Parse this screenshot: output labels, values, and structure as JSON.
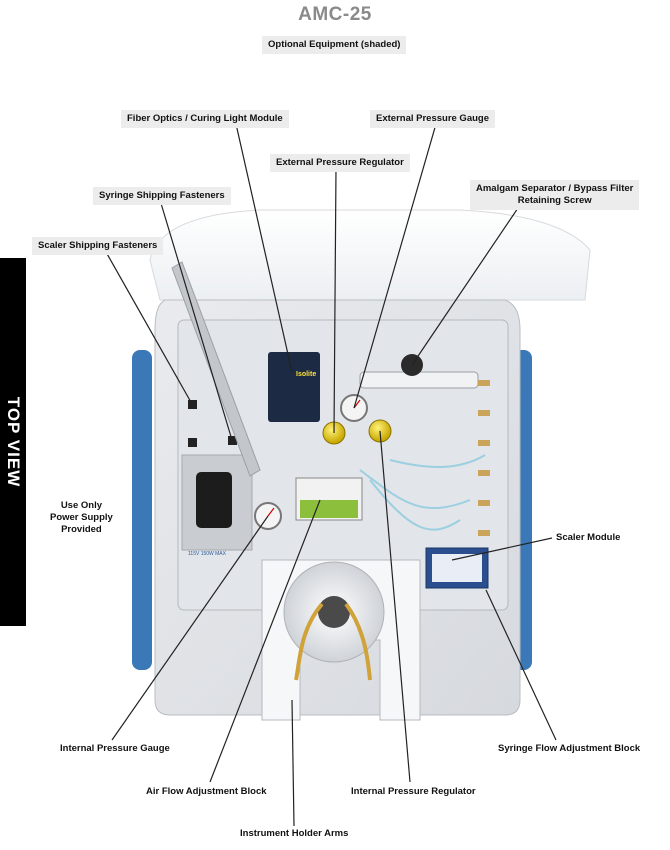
{
  "title": "AMC-25",
  "subtitle": "Optional Equipment (shaded)",
  "side_tab": "TOP VIEW",
  "panel_labels": {
    "device_brand": "Isolite",
    "pressure_supply_text": "115V   150W   MAX"
  },
  "callouts": {
    "fiber_optics": "Fiber Optics / Curing Light Module",
    "external_pressure_gauge": "External Pressure Gauge",
    "external_pressure_regulator": "External Pressure Regulator",
    "syringe_shipping": "Syringe Shipping Fasteners",
    "amalgam_line1": "Amalgam Separator / Bypass Filter",
    "amalgam_line2": "Retaining Screw",
    "scaler_shipping": "Scaler Shipping Fasteners",
    "power_line1": "Use Only",
    "power_line2": "Power Supply",
    "power_line3": "Provided",
    "scaler_module": "Scaler Module",
    "internal_pressure_gauge": "Internal Pressure Gauge",
    "syringe_flow": "Syringe Flow Adjustment Block",
    "air_flow": "Air Flow Adjustment Block",
    "internal_pressure_regulator": "Internal Pressure Regulator",
    "instrument_arms": "Instrument Holder Arms"
  }
}
